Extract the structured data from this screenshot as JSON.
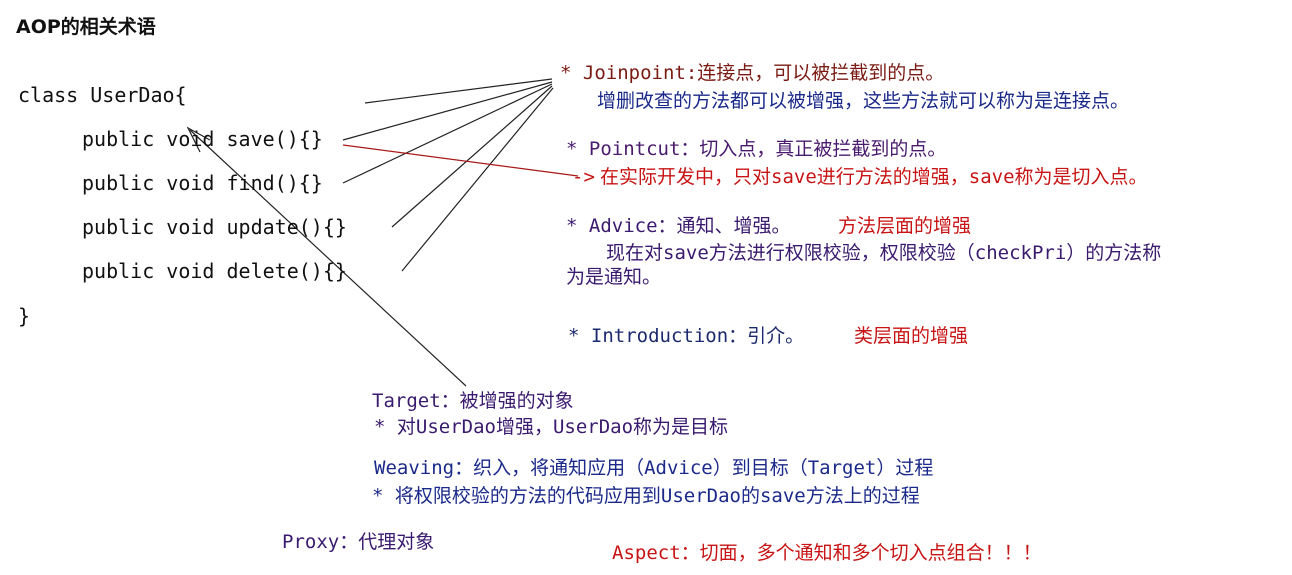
{
  "title": "AOP的相关术语",
  "code": {
    "class_open": "class UserDao{",
    "methods": [
      "public void save(){}",
      "public void find(){}",
      "public void update(){}",
      "public void delete(){}"
    ],
    "class_close": "}"
  },
  "terms": {
    "joinpoint": {
      "head": "* Joinpoint:连接点，可以被拦截到的点。",
      "desc": "增删改查的方法都可以被增强，这些方法就可以称为是连接点。"
    },
    "pointcut": {
      "head": "* Pointcut：切入点，真正被拦截到的点。",
      "desc_arrow": "->",
      "desc": "在实际开发中，只对save进行方法的增强，save称为是切入点。"
    },
    "advice": {
      "head_prefix": "* Advice：通知、增强。",
      "head_suffix": "方法层面的增强",
      "desc_line1": "现在对save方法进行权限校验，权限校验（checkPri）的方法称",
      "desc_line2": "为是通知。"
    },
    "introduction": {
      "head_prefix": "* Introduction：引介。",
      "head_suffix": "类层面的增强"
    },
    "target": {
      "head": "Target：被增强的对象",
      "desc": "* 对UserDao增强，UserDao称为是目标"
    },
    "weaving": {
      "head": "Weaving：织入，将通知应用（Advice）到目标（Target）过程",
      "desc": "* 将权限校验的方法的代码应用到UserDao的save方法上的过程"
    },
    "proxy": {
      "head": "Proxy：代理对象"
    },
    "aspect": {
      "head": "Aspect：切面，多个通知和多个切入点组合！！！"
    }
  },
  "colors": {
    "code_text": "#111111",
    "joinpoint_head": "#7a1a12",
    "joinpoint_desc": "#1b2a8a",
    "pointcut_head": "#4a1a6e",
    "pointcut_desc": "#c81414",
    "advice_head": "#3a1a6e",
    "advice_accent": "#c81414",
    "advice_desc": "#3a1a6e",
    "introduction_head": "#1b2a6e",
    "introduction_accent": "#c81414",
    "target_head": "#3a1a6e",
    "target_desc": "#3a1a6e",
    "weaving_head": "#1b2a8a",
    "weaving_desc": "#1b2a8a",
    "proxy_head": "#3a1a6e",
    "aspect_head": "#c81414",
    "connector_black": "#222222",
    "connector_red": "#a81818"
  }
}
